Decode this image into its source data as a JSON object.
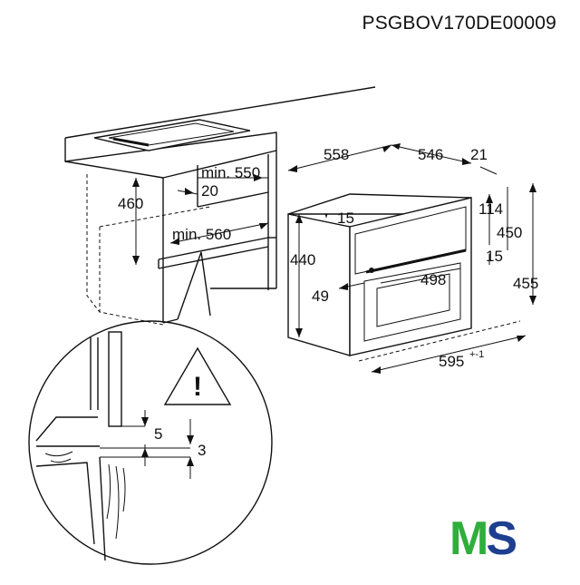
{
  "header": {
    "code": "PSGBOV170DE00009"
  },
  "dimensions": {
    "depth_558": "558",
    "depth_546": "546",
    "front_21": "21",
    "min_550": "min. 550",
    "gap_20": "20",
    "height_460": "460",
    "gap_15_top": "15",
    "min_560": "min. 560",
    "height_440": "440",
    "h_114": "114",
    "h_450": "450",
    "h_455": "455",
    "gap_15_side": "15",
    "width_498": "498",
    "gap_49": "49",
    "width_595": "595",
    "width_595_tol": "+-1",
    "detail_5": "5",
    "detail_3": "3"
  },
  "warning": {
    "symbol": "!"
  },
  "logo": {
    "m": "M",
    "s": "S",
    "m_color": "#2fae3c",
    "s_color": "#1e3f8f"
  }
}
